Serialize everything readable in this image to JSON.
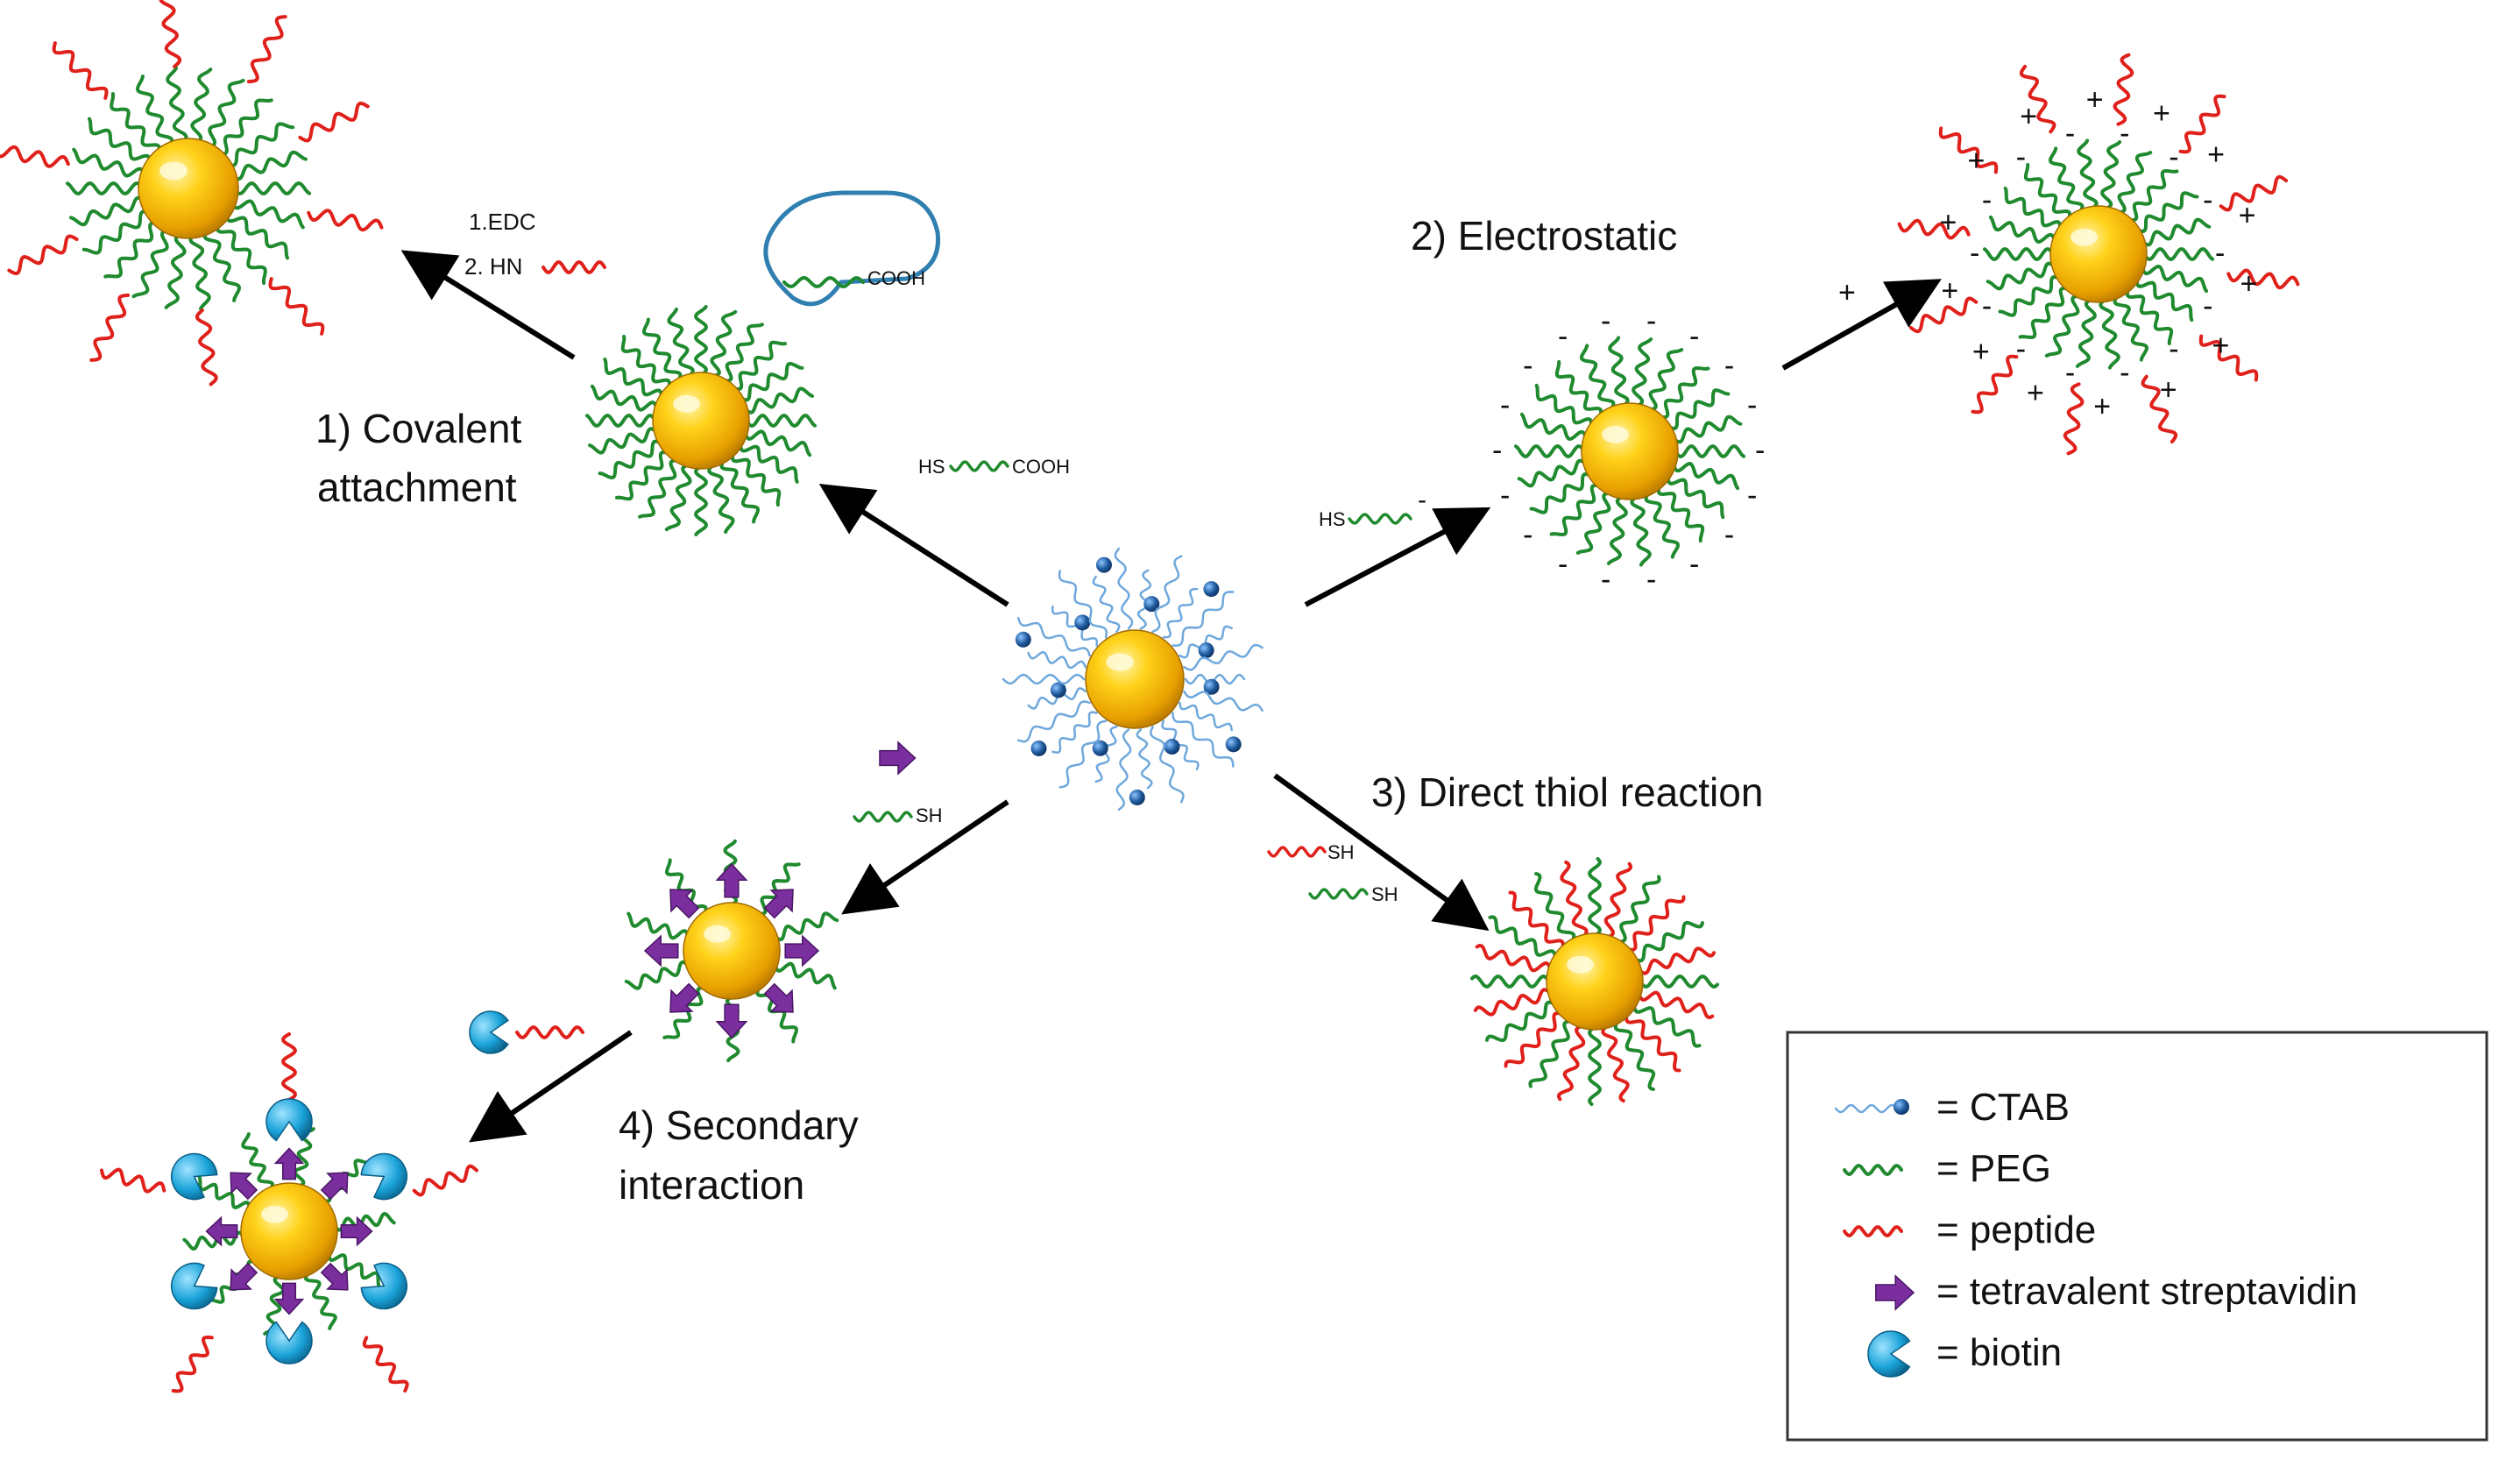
{
  "labels": {
    "covalent_line1": "1) Covalent",
    "covalent_line2": "attachment",
    "electrostatic": "2) Electrostatic",
    "direct_thiol": "3) Direct thiol reaction",
    "secondary_line1": "4) Secondary",
    "secondary_line2": "interaction"
  },
  "reagents": {
    "edc_step1": "1.EDC",
    "edc_step2": "2. HN",
    "bubble_cooh": "COOH",
    "hs_cooh_hs": "HS",
    "hs_cooh_cooh": "COOH",
    "hs_charged_hs": "HS",
    "hs_charged_minus": "-",
    "plus_reagent": "+",
    "sh_peg": "SH",
    "sh_peptide": "SH",
    "sh_peg2": "SH"
  },
  "legend": {
    "items": [
      {
        "icon": "ctab-icon",
        "text": "= CTAB"
      },
      {
        "icon": "peg-icon",
        "text": "= PEG"
      },
      {
        "icon": "peptide-icon",
        "text": "= peptide"
      },
      {
        "icon": "streptavidin-icon",
        "text": "= tetravalent streptavidin"
      },
      {
        "icon": "biotin-icon",
        "text": "= biotin"
      }
    ]
  },
  "colors": {
    "peg": "#1f8a2e",
    "peptide": "#e0201a",
    "ctab_tail": "#6fa8dc",
    "ctab_head": "#1f5a9e",
    "gold": "#f2b705",
    "streptavidin": "#7b2f9e",
    "biotin": "#1aa3d9",
    "bubble": "#2f7fb0"
  }
}
